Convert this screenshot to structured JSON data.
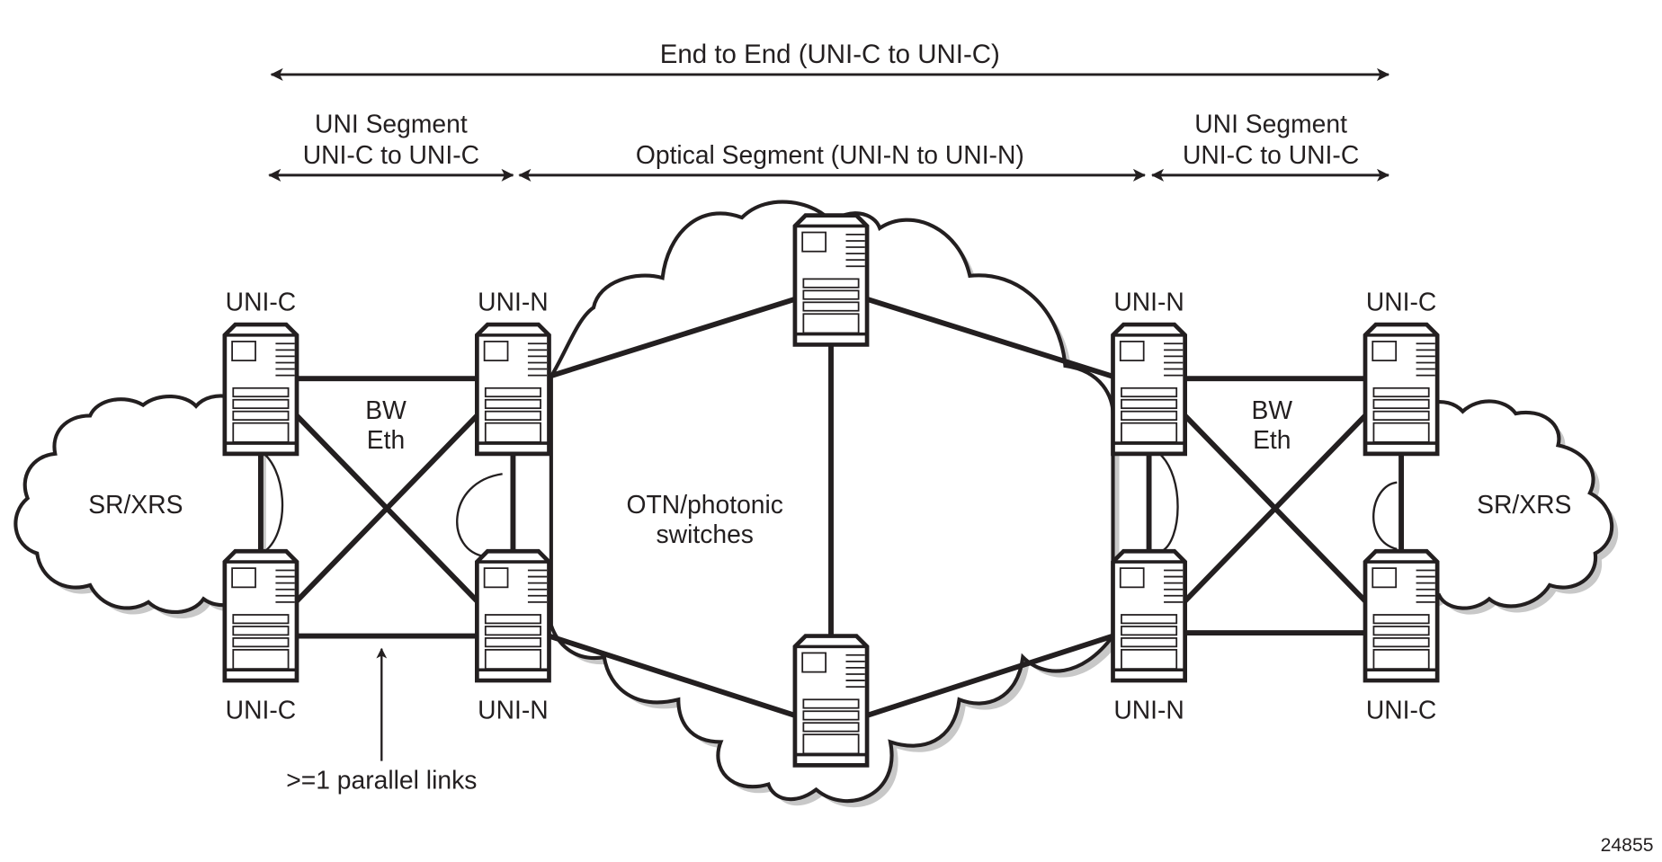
{
  "diagram": {
    "title_span": "End to End (UNI-C to UNI-C)",
    "segments": {
      "left_uni": [
        "UNI Segment",
        "UNI-C to UNI-C"
      ],
      "optical": "Optical Segment (UNI-N to UNI-N)",
      "right_uni": [
        "UNI Segment",
        "UNI-C to UNI-C"
      ]
    },
    "clouds": {
      "left": "SR/XRS",
      "center": [
        "OTN/photonic",
        "switches"
      ],
      "right": "SR/XRS"
    },
    "link_labels": {
      "left": [
        "BW",
        "Eth"
      ],
      "right": [
        "BW",
        "Eth"
      ]
    },
    "nodes": {
      "left_top_c": "UNI-C",
      "left_bottom_c": "UNI-C",
      "left_top_n": "UNI-N",
      "left_bottom_n": "UNI-N",
      "right_top_n": "UNI-N",
      "right_bottom_n": "UNI-N",
      "right_top_c": "UNI-C",
      "right_bottom_c": "UNI-C"
    },
    "annotation": ">=1 parallel links",
    "figure_id": "24855",
    "icon_types": {
      "node": "server-icon",
      "network": "cloud-icon",
      "span": "double-arrow-icon"
    }
  }
}
